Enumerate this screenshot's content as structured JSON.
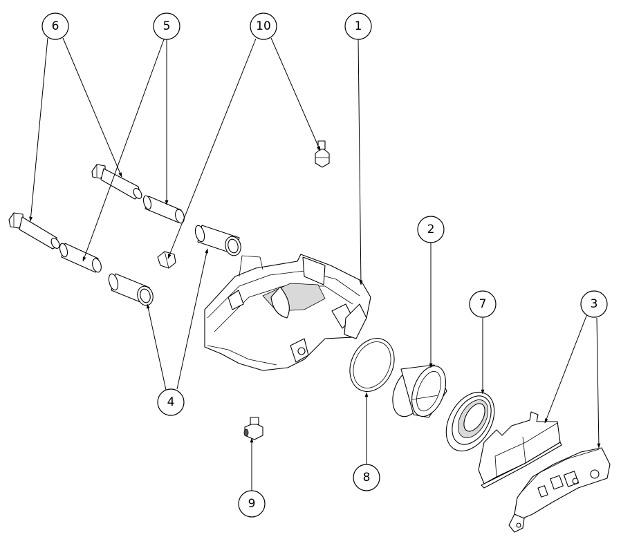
{
  "diagram": {
    "balloons": [
      {
        "id": "b6",
        "label": "6"
      },
      {
        "id": "b5",
        "label": "5"
      },
      {
        "id": "b10",
        "label": "10"
      },
      {
        "id": "b1",
        "label": "1"
      },
      {
        "id": "b2",
        "label": "2"
      },
      {
        "id": "b7",
        "label": "7"
      },
      {
        "id": "b3",
        "label": "3"
      },
      {
        "id": "b4",
        "label": "4"
      },
      {
        "id": "b8",
        "label": "8"
      },
      {
        "id": "b9",
        "label": "9"
      }
    ]
  }
}
